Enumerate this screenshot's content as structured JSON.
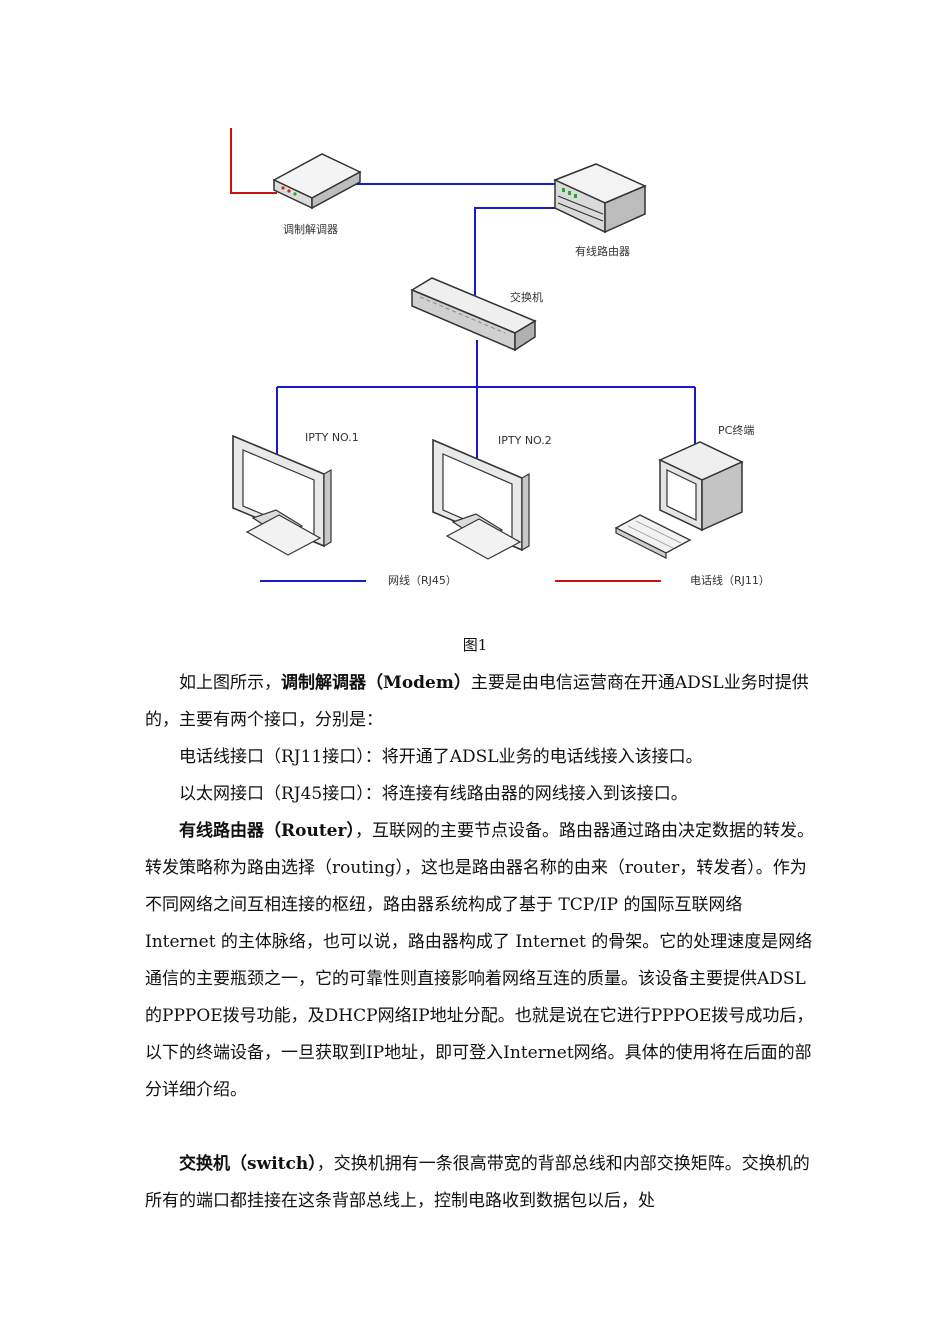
{
  "diagram": {
    "labels": {
      "modem": "调制解调器",
      "router": "有线路由器",
      "switch": "交换机",
      "iptv1": "IPTY NO.1",
      "iptv2": "IPTY NO.2",
      "pc": "PC终端"
    },
    "legend": {
      "network_cable": "网线（RJ45）",
      "phone_cable": "电话线（RJ11）"
    },
    "colors": {
      "network": "#1a1acc",
      "phone": "#cc1111"
    }
  },
  "caption": "图1",
  "paragraphs": {
    "p1_prefix": "如上图所示，",
    "p1_bold": "调制解调器（Modem）",
    "p1_rest": "主要是由电信运营商在开通ADSL业务时提供的，主要有两个接口，分别是：",
    "p2": "电话线接口（RJ11接口）：将开通了ADSL业务的电话线接入该接口。",
    "p3": "以太网接口（RJ45接口）：将连接有线路由器的网线接入到该接口。",
    "p4_bold": "有线路由器（Router）",
    "p4_rest": "，互联网的主要节点设备。路由器通过路由决定数据的转发。转发策略称为路由选择（routing），这也是路由器名称的由来（router，转发者）。作为不同网络之间互相连接的枢纽，路由器系统构成了基于 TCP/IP 的国际互联网络 Internet 的主体脉络，也可以说，路由器构成了 Internet 的骨架。它的处理速度是网络通信的主要瓶颈之一，它的可靠性则直接影响着网络互连的质量。该设备主要提供ADSL的PPPOE拨号功能，及DHCP网络IP地址分配。也就是说在它进行PPPOE拨号成功后，以下的终端设备，一旦获取到IP地址，即可登入Internet网络。具体的使用将在后面的部分详细介绍。",
    "p5_bold": "交换机（switch）",
    "p5_rest": "，交换机拥有一条很高带宽的背部总线和内部交换矩阵。交换机的所有的端口都挂接在这条背部总线上，控制电路收到数据包以后，处"
  }
}
